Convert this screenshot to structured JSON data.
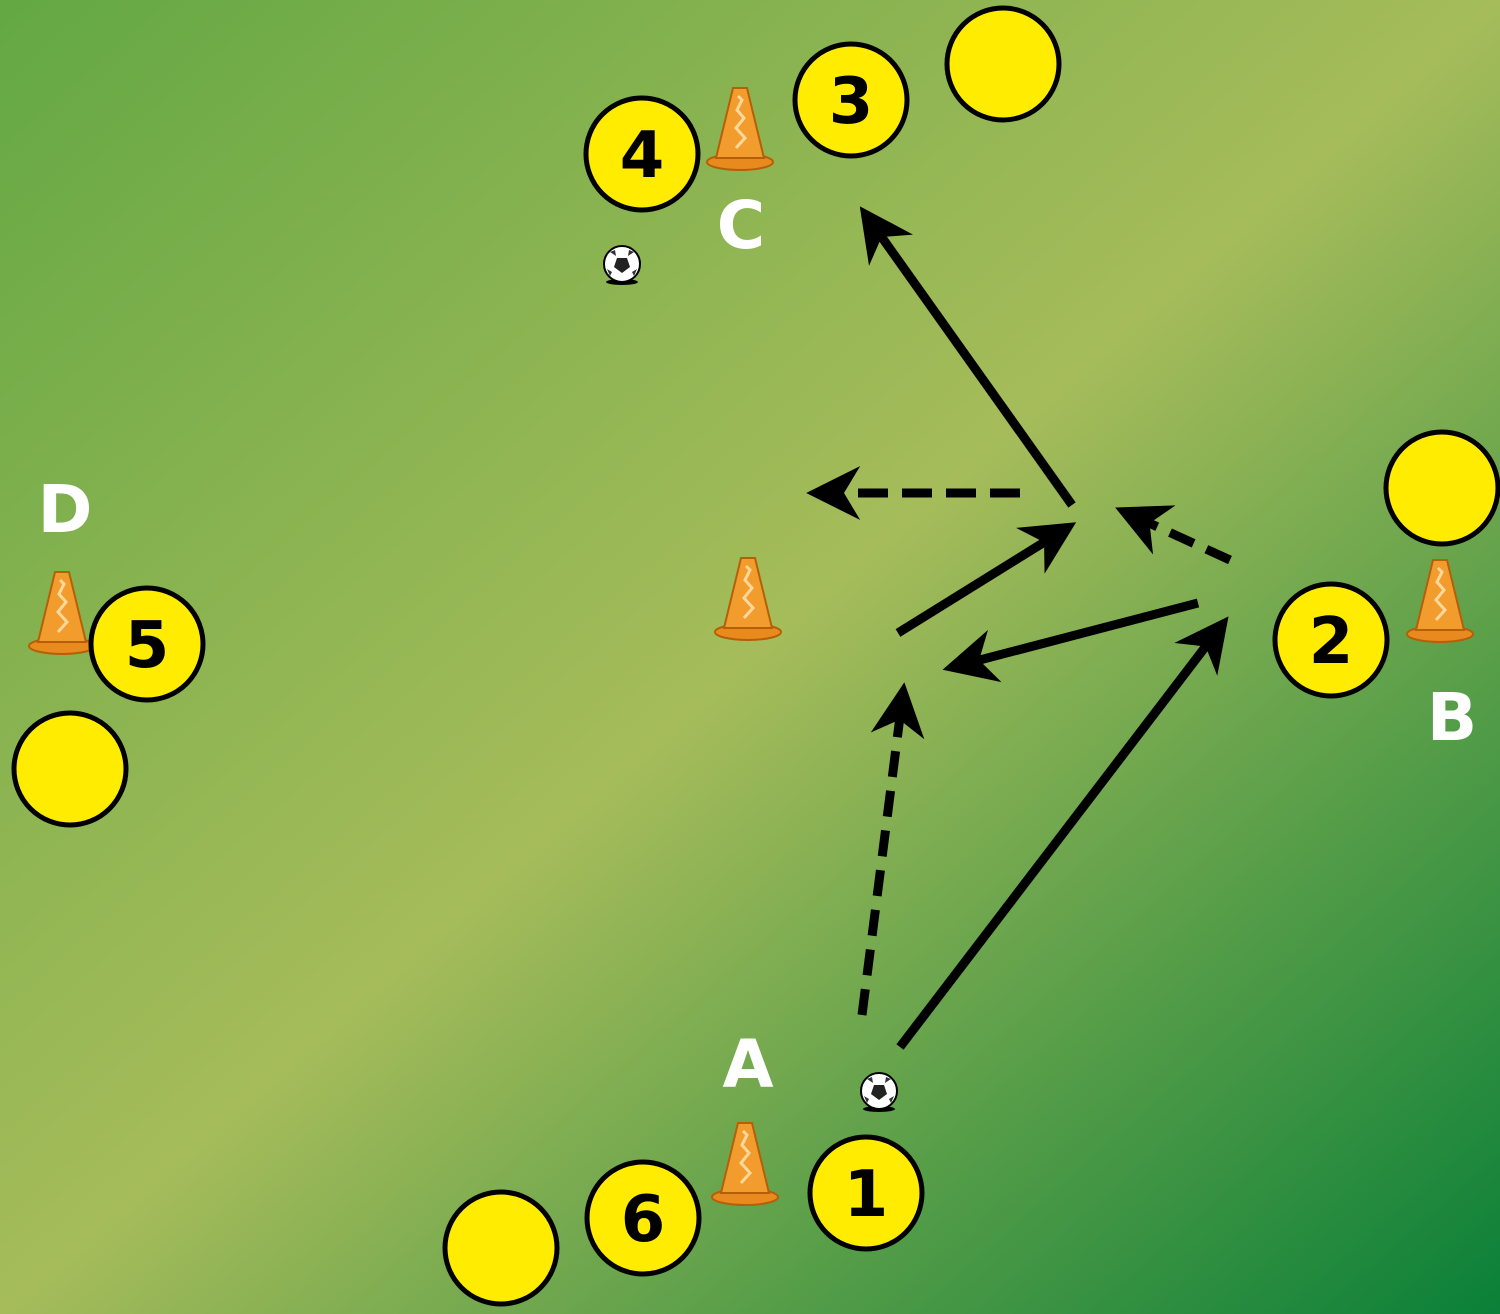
{
  "colors": {
    "field_light": "#a6bc5a",
    "field_dark": "#0a8038",
    "field_topleft": "#63a844",
    "player_fill": "#ffec00",
    "player_stroke": "#000000",
    "cone": "#f39c2e",
    "arrow": "#000000",
    "label": "#ffffff"
  },
  "stations": [
    {
      "id": "A",
      "label": "A"
    },
    {
      "id": "B",
      "label": "B"
    },
    {
      "id": "C",
      "label": "C"
    },
    {
      "id": "D",
      "label": "D"
    }
  ],
  "players": [
    {
      "id": "p1",
      "number": "1",
      "station": "A"
    },
    {
      "id": "p6",
      "number": "6",
      "station": "A"
    },
    {
      "id": "pA-extra",
      "number": "",
      "station": "A"
    },
    {
      "id": "p2",
      "number": "2",
      "station": "B"
    },
    {
      "id": "pB-extra",
      "number": "",
      "station": "B"
    },
    {
      "id": "p3",
      "number": "3",
      "station": "C"
    },
    {
      "id": "p4",
      "number": "4",
      "station": "C"
    },
    {
      "id": "pC-extra",
      "number": "",
      "station": "C"
    },
    {
      "id": "p5",
      "number": "5",
      "station": "D"
    },
    {
      "id": "pD-extra",
      "number": "",
      "station": "D"
    }
  ],
  "cones": [
    "cone-a",
    "cone-b",
    "cone-c",
    "cone-d",
    "cone-center"
  ],
  "balls": [
    "ball-a",
    "ball-c"
  ],
  "movements": [
    {
      "id": "pass-1-to-2",
      "style": "solid"
    },
    {
      "id": "run-1-forward",
      "style": "dashed"
    },
    {
      "id": "pass-2-to-1",
      "style": "solid"
    },
    {
      "id": "pass-1-to-center",
      "style": "solid"
    },
    {
      "id": "run-2-inward",
      "style": "dashed"
    },
    {
      "id": "pass-to-3",
      "style": "solid"
    },
    {
      "id": "run-center-left",
      "style": "dashed"
    }
  ],
  "icons": [
    "cone-icon",
    "soccer-ball-icon"
  ]
}
